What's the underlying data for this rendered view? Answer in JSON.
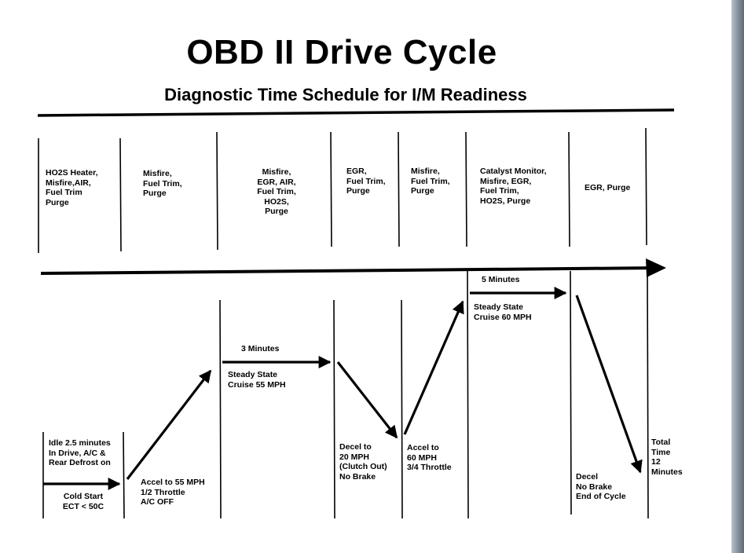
{
  "title": "OBD II Drive Cycle",
  "subtitle": "Diagnostic Time Schedule for I/M Readiness",
  "monitors": [
    "HO2S Heater,\nMisfire,AIR,\nFuel Trim\nPurge",
    "Misfire,\nFuel Trim,\nPurge",
    "Misfire,\nEGR, AIR,\nFuel Trim,\nHO2S,\nPurge",
    "EGR,\nFuel Trim,\nPurge",
    "Misfire,\nFuel Trim,\nPurge",
    "Catalyst Monitor,\nMisfire, EGR,\nFuel Trim,\nHO2S, Purge",
    "EGR, Purge"
  ],
  "phases": {
    "idle": "Idle 2.5 minutes\nIn Drive, A/C &\nRear Defrost on",
    "cold_start": "Cold Start\nECT < 50C",
    "accel_55": "Accel to 55 MPH\n1/2 Throttle\nA/C OFF",
    "duration_3": "3 Minutes",
    "cruise_55": "Steady State\nCruise 55 MPH",
    "decel_20": "Decel to\n20 MPH\n(Clutch Out)\nNo Brake",
    "accel_60": "Accel to\n60 MPH\n3/4 Throttle",
    "duration_5": "5 Minutes",
    "cruise_60": "Steady State\nCruise 60 MPH",
    "decel_end": "Decel\nNo Brake\nEnd of Cycle",
    "total": "Total\nTime\n12\nMinutes"
  },
  "colors": {
    "ink": "#000000",
    "side_strip": "#7f8b97"
  }
}
